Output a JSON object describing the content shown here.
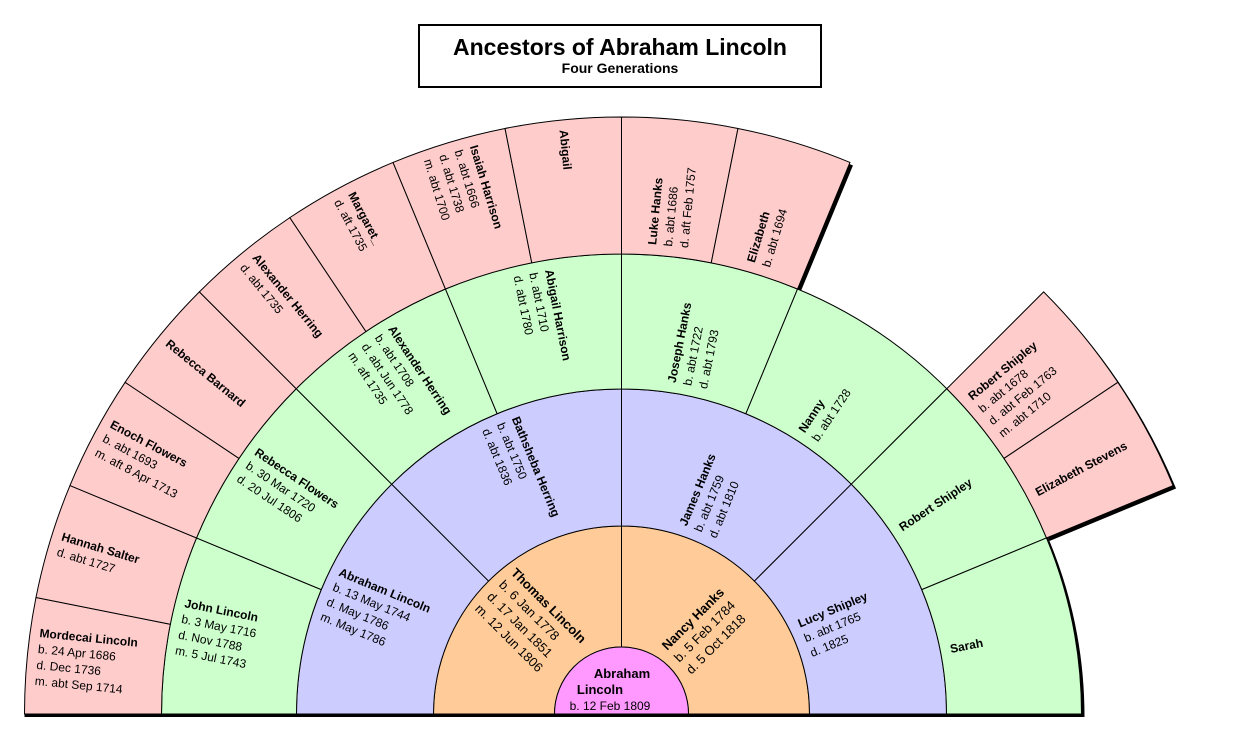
{
  "title": "Ancestors of Abraham Lincoln",
  "subtitle": "Four Generations",
  "colors": {
    "gen0": "#FF99FF",
    "gen1": "#FFCC99",
    "gen2": "#CCCCFF",
    "gen3": "#CCFFCC",
    "gen4": "#FFCCCC",
    "outline": "#000000"
  },
  "root": {
    "name_line1": "Abraham",
    "name_line2": "Lincoln",
    "birth": "b. 12 Feb 1809"
  },
  "ancestors": [
    {
      "n": 2,
      "name": "Thomas Lincoln",
      "lines": [
        "b. 6 Jan 1778",
        "d. 17 Jan 1851",
        "m. 12 Jun 1806"
      ]
    },
    {
      "n": 3,
      "name": "Nancy Hanks",
      "lines": [
        "b. 5 Feb 1784",
        "d. 5 Oct 1818"
      ]
    },
    {
      "n": 4,
      "name": "Abraham Lincoln",
      "lines": [
        "b. 13 May 1744",
        "d. May 1786",
        "m. May 1786"
      ]
    },
    {
      "n": 5,
      "name": "Bathsheba Herring",
      "lines": [
        "b. abt 1750",
        "d. abt 1836"
      ]
    },
    {
      "n": 6,
      "name": "James Hanks",
      "lines": [
        "b. abt 1759",
        "d. abt 1810"
      ]
    },
    {
      "n": 7,
      "name": "Lucy Shipley",
      "lines": [
        "b. abt 1765",
        "d. 1825"
      ]
    },
    {
      "n": 8,
      "name": "John Lincoln",
      "lines": [
        "b. 3 May 1716",
        "d. Nov 1788",
        "m. 5 Jul 1743"
      ]
    },
    {
      "n": 9,
      "name": "Rebecca Flowers",
      "lines": [
        "b. 30 Mar 1720",
        "d. 20 Jul 1806"
      ]
    },
    {
      "n": 10,
      "name": "Alexander Herring",
      "lines": [
        "b. abt 1708",
        "d. abt Jun 1778",
        "m. aft 1735"
      ]
    },
    {
      "n": 11,
      "name": "Abigail Harrison",
      "lines": [
        "b. abt 1710",
        "d. abt 1780"
      ]
    },
    {
      "n": 12,
      "name": "Joseph Hanks",
      "lines": [
        "b. abt 1722",
        "d. abt 1793"
      ]
    },
    {
      "n": 13,
      "name": "Nanny",
      "lines": [
        "b. abt 1728"
      ]
    },
    {
      "n": 14,
      "name": "Robert Shipley",
      "lines": []
    },
    {
      "n": 15,
      "name": "Sarah",
      "lines": []
    },
    {
      "n": 16,
      "name": "Mordecai Lincoln",
      "lines": [
        "b. 24 Apr 1686",
        "d. Dec 1736",
        "m. abt Sep 1714"
      ]
    },
    {
      "n": 17,
      "name": "Hannah Salter",
      "lines": [
        "d. abt 1727"
      ]
    },
    {
      "n": 18,
      "name": "Enoch Flowers",
      "lines": [
        "b. abt 1693",
        "m. aft 8 Apr 1713"
      ]
    },
    {
      "n": 19,
      "name": "Rebecca Barnard",
      "lines": []
    },
    {
      "n": 20,
      "name": "Alexander Herring",
      "lines": [
        "d. abt 1735"
      ]
    },
    {
      "n": 21,
      "name": "Margaret_",
      "lines": [
        "d. aft 1735"
      ]
    },
    {
      "n": 22,
      "name": "Isaiah Harrison",
      "lines": [
        "b. abt 1666",
        "d. abt 1738",
        "m. abt 1700"
      ]
    },
    {
      "n": 23,
      "name": "Abigail",
      "lines": []
    },
    {
      "n": 24,
      "name": "Luke Hanks",
      "lines": [
        "b. abt 1686",
        "d. aft Feb 1757"
      ]
    },
    {
      "n": 25,
      "name": "Elizabeth",
      "lines": [
        "b. abt 1694"
      ]
    },
    {
      "n": 28,
      "name": "Robert Shipley",
      "lines": [
        "b. abt 1678",
        "d. abt Feb 1763",
        "m. abt 1710"
      ]
    },
    {
      "n": 29,
      "name": "Elizabeth Stevens",
      "lines": []
    }
  ]
}
